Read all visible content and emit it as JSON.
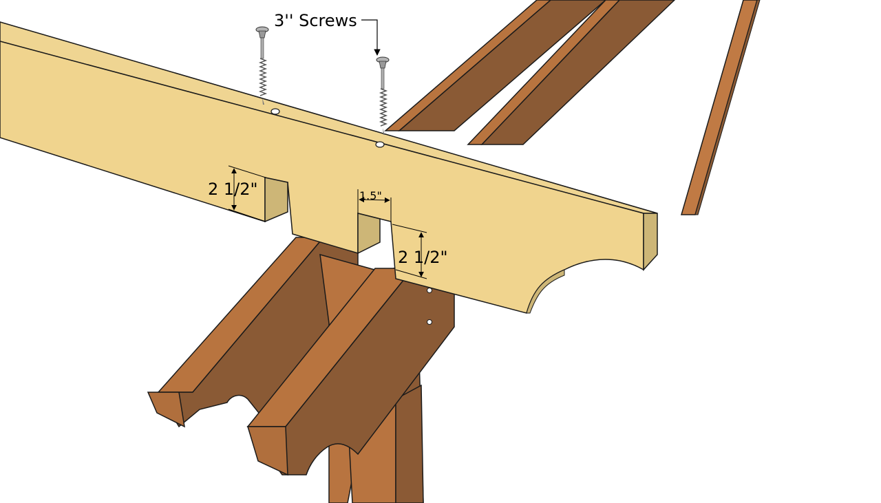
{
  "annotations": {
    "screws_label": "3'' Screws",
    "notch_depth_left": "2 1/2\"",
    "notch_width": "1.5\"",
    "notch_depth_right": "2 1/2\""
  },
  "colors": {
    "crossbeam_top": "#efd592",
    "crossbeam_side": "#f0d48e",
    "notch_face": "#cdb677",
    "rafter_top": "#b8743f",
    "rafter_side": "#8a5a35",
    "rafter_end": "#b06f3d",
    "post_front": "#b87440",
    "post_side": "#8b5a35",
    "outline": "#1a1a1a",
    "screw": "#9a9a9a"
  }
}
